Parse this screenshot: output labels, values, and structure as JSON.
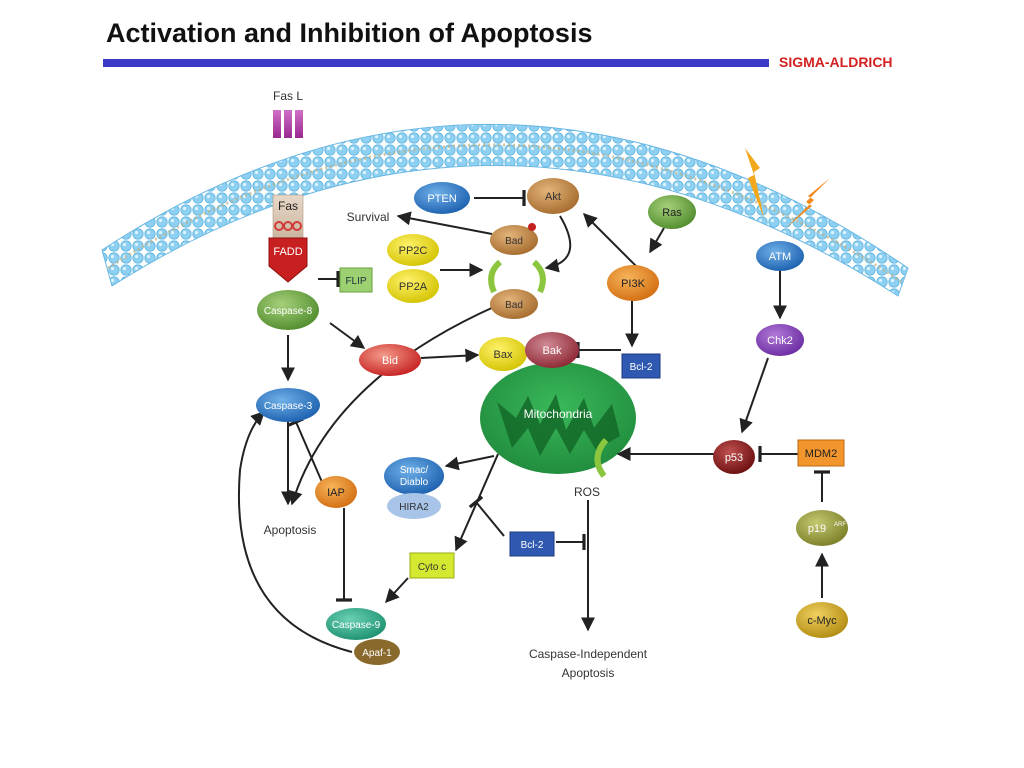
{
  "slide": {
    "title": "Activation and Inhibition of Apoptosis",
    "brand": "SIGMA-ALDRICH"
  },
  "colors": {
    "title_bar": "#3a3ac8",
    "brand": "#d42020",
    "membrane": "#8ed0f2",
    "mitochondria": "#2aa24a",
    "arrow": "#222222"
  },
  "labels": {
    "fas_l": "Fas L",
    "fas": "Fas",
    "fadd": "FADD",
    "flip": "FLIP",
    "caspase8": "Caspase-8",
    "caspase3": "Caspase-3",
    "bid": "Bid",
    "bax": "Bax",
    "bak": "Bak",
    "bcl2_top": "Bcl-2",
    "bcl2_mid": "Bcl-2",
    "mitochondria": "Mitochondria",
    "pten": "PTEN",
    "akt": "Akt",
    "ras": "Ras",
    "pi3k": "PI3K",
    "bad_top": "Bad",
    "bad_bottom": "Bad",
    "survival": "Survival",
    "pp2c": "PP2C",
    "pp2a": "PP2A",
    "atm": "ATM",
    "chk2": "Chk2",
    "p53": "p53",
    "mdm2": "MDM2",
    "p19": "p19",
    "p19_sup": "ARF",
    "cmyc": "c-Myc",
    "smac_line1": "Smac/",
    "smac_line2": "Diablo",
    "hira2": "HIRA2",
    "iap": "IAP",
    "apoptosis": "Apoptosis",
    "ros": "ROS",
    "cytoc": "Cyto c",
    "caspase9": "Caspase-9",
    "apaf1": "Apaf-1",
    "caspase_independent_line1": "Caspase-Independent",
    "caspase_independent_line2": "Apoptosis"
  }
}
